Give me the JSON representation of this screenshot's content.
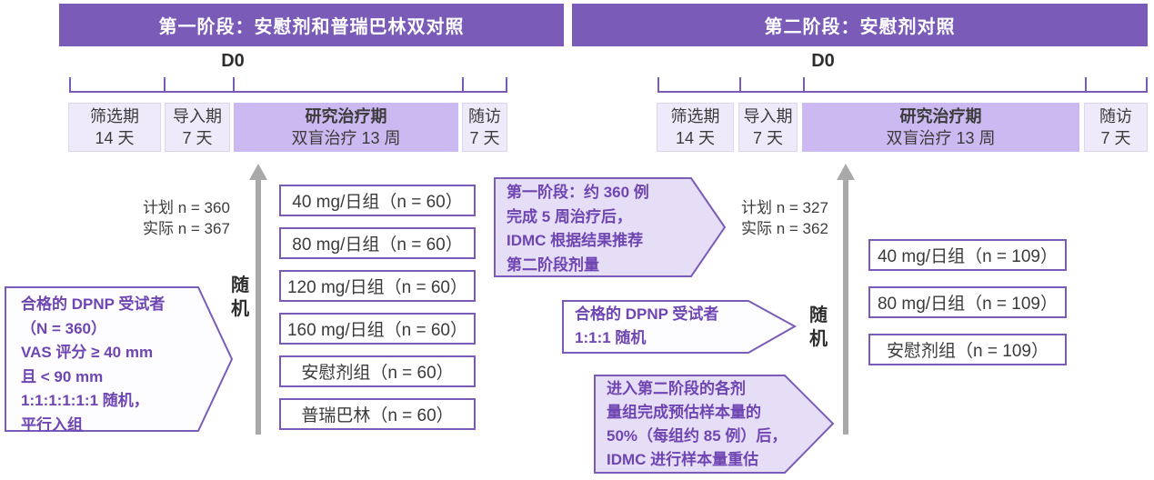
{
  "colors": {
    "header_bg": "#7a5cb8",
    "box_border": "#7a5cb8",
    "light_box_bg": "#eeeafa",
    "treatment_box_bg": "#ccb9f1",
    "callout_fill_light": "#e6def7",
    "callout_fill_white": "#fdfcff",
    "callout_text": "#6f45b2",
    "dark_text": "#3b3b3b",
    "arrow_gray": "#a9a9a9"
  },
  "phase1": {
    "header": "第一阶段：安慰剂和普瑞巴林双对照",
    "d0": "D0",
    "periods": [
      {
        "title": "筛选期",
        "sub": "14 天"
      },
      {
        "title": "导入期",
        "sub": "7 天"
      },
      {
        "title": "研究治疗期",
        "sub": "双盲治疗 13 周"
      },
      {
        "title": "随访",
        "sub": "7 天"
      }
    ],
    "plan_line1": "计划 n = 360",
    "plan_line2": "实际 n = 367",
    "random_label": "随机",
    "groups": [
      "40 mg/日组（n = 60）",
      "80 mg/日组（n = 60）",
      "120 mg/日组（n = 60）",
      "160 mg/日组（n = 60）",
      "安慰剂组（n = 60）",
      "普瑞巴林（n = 60）"
    ],
    "eligibility_callout": [
      "合格的 DPNP 受试者",
      "（N = 360）",
      "VAS 评分 ≥ 40 mm",
      "且 < 90 mm",
      "1:1:1:1:1:1 随机，",
      "平行入组"
    ],
    "idmc_callout": [
      "第一阶段：约 360 例",
      "完成 5 周治疗后，",
      "IDMC 根据结果推荐",
      "第二阶段剂量"
    ]
  },
  "phase2": {
    "header": "第二阶段：安慰剂对照",
    "d0": "D0",
    "periods": [
      {
        "title": "筛选期",
        "sub": "14 天"
      },
      {
        "title": "导入期",
        "sub": "7 天"
      },
      {
        "title": "研究治疗期",
        "sub": "双盲治疗 13 周"
      },
      {
        "title": "随访",
        "sub": "7 天"
      }
    ],
    "plan_line1": "计划 n = 327",
    "plan_line2": "实际 n = 362",
    "random_label": "随机",
    "groups": [
      "40 mg/日组（n = 109）",
      "80 mg/日组（n = 109）",
      "安慰剂组（n = 109）"
    ],
    "eligibility_callout": [
      "合格的 DPNP 受试者",
      "1:1:1 随机"
    ],
    "idmc_callout": [
      "进入第二阶段的各剂",
      "量组完成预估样本量的",
      "50%（每组约 85 例）后，",
      "IDMC 进行样本量重估"
    ]
  }
}
